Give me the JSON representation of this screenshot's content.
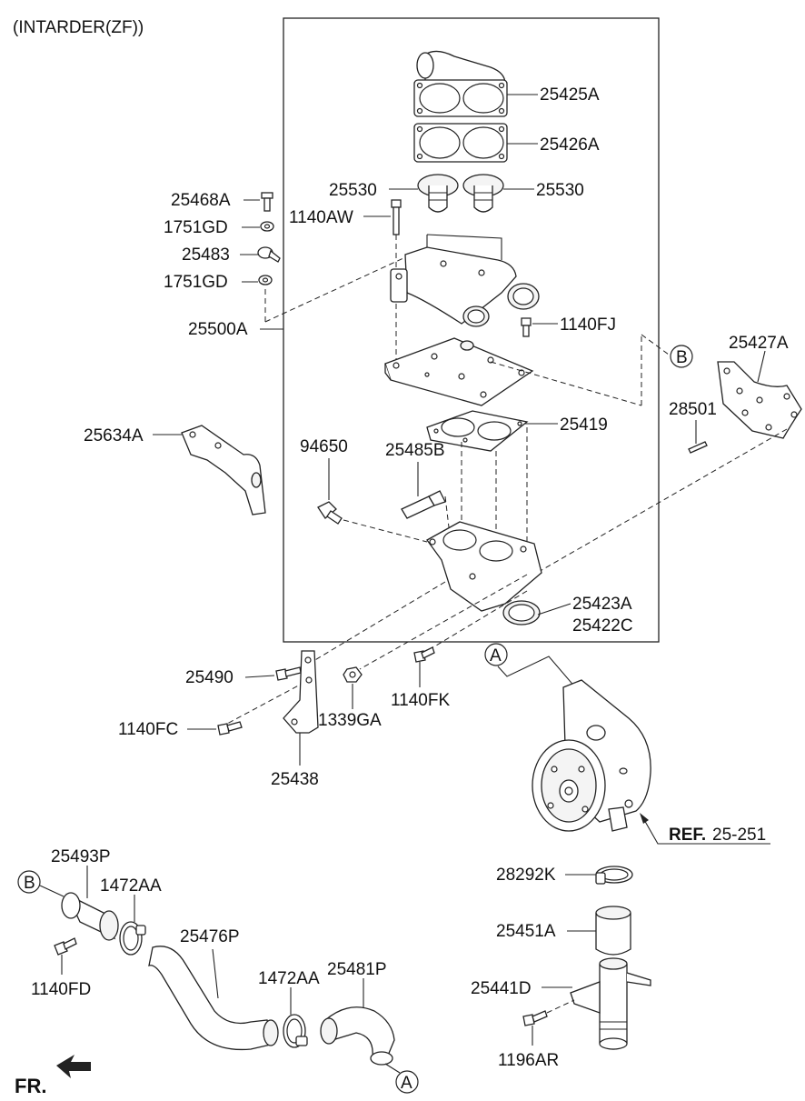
{
  "title": "(INTARDER(ZF))",
  "labels": {
    "p25425A": "25425A",
    "p25426A": "25426A",
    "p25530a": "25530",
    "p25530b": "25530",
    "p25468A": "25468A",
    "p1751GDa": "1751GD",
    "p25483": "25483",
    "p1751GDb": "1751GD",
    "p1140AW": "1140AW",
    "p25500A": "25500A",
    "p1140FJ": "1140FJ",
    "p25427A": "25427A",
    "p28501": "28501",
    "p25419": "25419",
    "p25634A": "25634A",
    "p94650": "94650",
    "p25485B": "25485B",
    "p25423A": "25423A",
    "p25422C": "25422C",
    "p25490": "25490",
    "p1140FC": "1140FC",
    "p1339GA": "1339GA",
    "p1140FK": "1140FK",
    "p25438": "25438",
    "ref_bold": "REF.",
    "ref_num": "25-251",
    "p25493P": "25493P",
    "p1472AAa": "1472AA",
    "p25476P": "25476P",
    "p1472AAb": "1472AA",
    "p25481P": "25481P",
    "p1140FD": "1140FD",
    "p28292K": "28292K",
    "p25451A": "25451A",
    "p25441D": "25441D",
    "p1196AR": "1196AR",
    "fr": "FR."
  },
  "markers": {
    "a_top": "A",
    "b_right": "B",
    "b_left": "B",
    "a_bottom": "A"
  },
  "colors": {
    "line": "#222222",
    "text": "#111111",
    "background": "#ffffff"
  }
}
